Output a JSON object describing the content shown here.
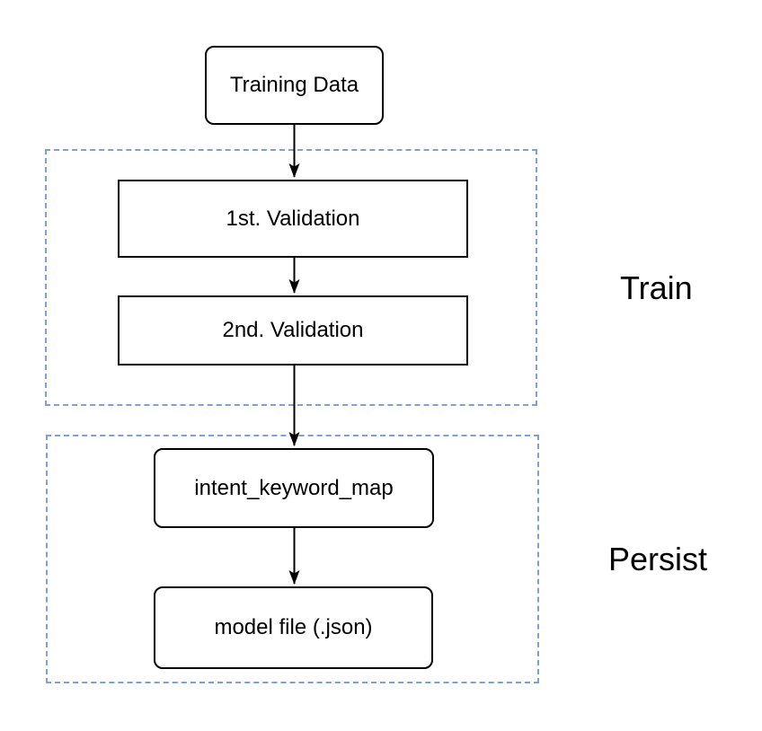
{
  "diagram": {
    "type": "flowchart",
    "background": "#ffffff",
    "colors": {
      "node_border": "#000000",
      "node_fill": "#ffffff",
      "node_text": "#000000",
      "group_border": "#7e9fd8",
      "group_label_text": "#000000",
      "arrow": "#000000"
    },
    "nodes": [
      {
        "id": "training-data",
        "label": "Training Data",
        "shape": "rounded-rectangle"
      },
      {
        "id": "first-validation",
        "label": "1st. Validation",
        "shape": "rectangle"
      },
      {
        "id": "second-validation",
        "label": "2nd. Validation",
        "shape": "rectangle"
      },
      {
        "id": "intent-keyword-map",
        "label": "intent_keyword_map",
        "shape": "rounded-rectangle"
      },
      {
        "id": "model-file",
        "label": "model file (.json)",
        "shape": "rounded-rectangle"
      }
    ],
    "groups": [
      {
        "id": "train",
        "label": "Train",
        "contains": [
          "1st. Validation",
          "2nd. Validation"
        ]
      },
      {
        "id": "persist",
        "label": "Persist",
        "contains": [
          "intent_keyword_map",
          "model file (.json)"
        ]
      }
    ],
    "edges": [
      {
        "from": "Training Data",
        "to": "1st. Validation"
      },
      {
        "from": "1st. Validation",
        "to": "2nd. Validation"
      },
      {
        "from": "2nd. Validation",
        "to": "intent_keyword_map"
      },
      {
        "from": "intent_keyword_map",
        "to": "model file (.json)"
      }
    ]
  }
}
